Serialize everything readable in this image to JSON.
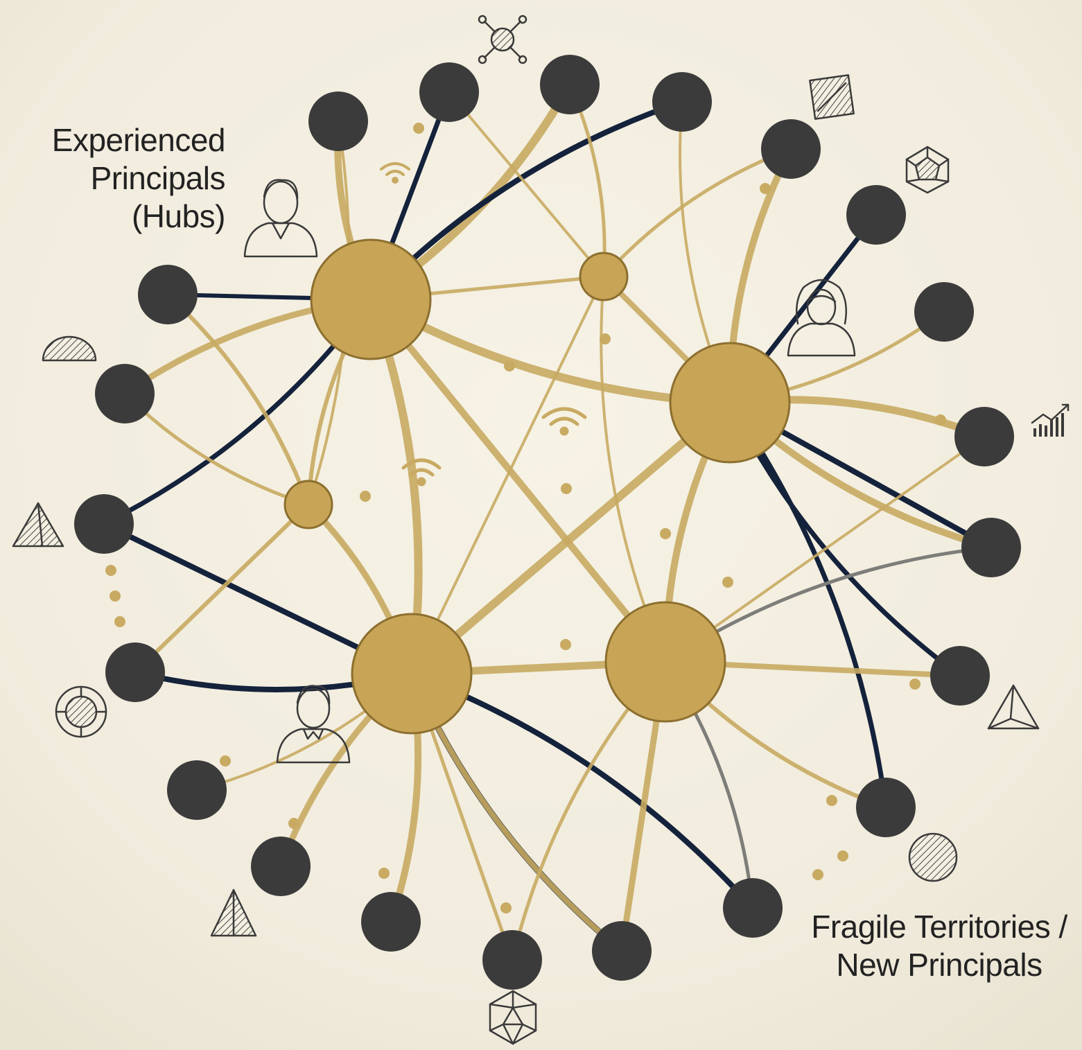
{
  "labels": {
    "hubs": [
      "Experienced",
      "Principals",
      "(Hubs)"
    ],
    "fragile": [
      "Fragile Territories /",
      "New Principals"
    ]
  },
  "colors": {
    "background": "#f3efe1",
    "hub": "#c8a456",
    "hub_outline": "#8c6f2f",
    "peripheral_node": "#3b3b3b",
    "gold_link": "#c8aa62",
    "navy_link": "#14223b",
    "grey_link": "#7d7d79"
  },
  "nodes": {
    "hubs": [
      "hub-a",
      "hub-b",
      "hub-c",
      "hub-d"
    ],
    "sub_hubs": [
      "sub-hub-1",
      "sub-hub-2"
    ],
    "peripheral": [
      "p1",
      "p2",
      "p3",
      "p4",
      "p5",
      "p6",
      "p7",
      "p8",
      "p9",
      "p10",
      "p11",
      "p12",
      "p13",
      "p14",
      "p15",
      "p16",
      "p17",
      "p18",
      "p19",
      "p20",
      "p21",
      "p22",
      "p23",
      "p24",
      "p25"
    ]
  },
  "icons": [
    "network-icon",
    "document-icon",
    "diamond-icon",
    "female-person-icon",
    "growth-chart-icon",
    "half-circle-icon",
    "male-person-icon",
    "pyramid-icon",
    "gem-icon",
    "person-icon",
    "pyramid-small-icon",
    "globe-icon",
    "prism-icon",
    "hatched-circle-icon",
    "polyhedron-icon",
    "signal-icon"
  ]
}
